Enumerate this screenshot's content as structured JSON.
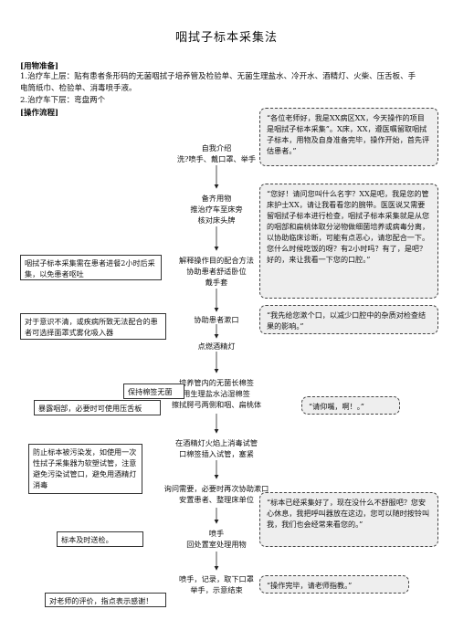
{
  "title": "咽拭子标本采集法",
  "materials": {
    "heading": "[用物准备]",
    "line1": "1.治疗车上层：贴有患者条形码的无菌咽拭子培养管及检验单、无菌生理盐水、冷开水、酒精灯、火柴、压舌板、手",
    "line2": "电筒纸巾、检验单、消毒喷手液。",
    "line3": "2.治疗车下层：弯盘两个"
  },
  "procedure": {
    "heading": "[操作流程]",
    "steps": {
      "s1a": "自我介绍",
      "s1b": "洗?喷手、戴口罩、举手",
      "s2a": "备齐用物",
      "s2b": "推治疗车至床旁",
      "s2c": "核对床头牌",
      "s3a": "解释操作目的配合方法",
      "s3b": "协助患者舒适卧位",
      "s3c": "戴手套",
      "s4": "协助患者漱口",
      "s5": "点燃酒精灯",
      "s6a": "培养管内的无菌长棉签",
      "s6b": "用生理盐水沾湿棉签",
      "s6c": "擦拭腭弓两侧和咽、扁桃体",
      "s7a": "在酒精灯火焰上消毒试管",
      "s7b": "口棉签插入试管，塞紧",
      "s8a": "询问需要，必要时再次协助漱口",
      "s8b": "安置患者、整理床单位",
      "s9a": "喷手",
      "s9b": "回处置室处理用物",
      "s10a": "喷手，记录，取下口罩",
      "s10b": "举手，示意结束"
    },
    "speech": {
      "b1": "“各位老师好，我是XX病区XX，今天操作的项目是咽拭子标本采集”。X床，XX，遵医嘱留取咽拭子标本，用物及自身准备完毕，操作开始，首先评估患者。”",
      "b2": "“您好！请问您叫什么名字？XX是吧，我是您的管床护士XX，请让我看看您的腕带。医医说又需要留咽拭子标本进行检查，咽拭子标本采集就是从您的咽部和扁桃体取分泌物做细菌培养或病毒分离，以协助临床诊断，可能有点恶心，请您配合一下。您什么时候吃饭的呀？有2小时吗？有了，是吧？好的，来让我看一下您的口腔。”",
      "b3": "“我先给您漱个口，以减少口腔中的杂质对检查结果的影响。”",
      "b4": "“请仰嘴，啊！。”",
      "b5": "“标本已经采集好了，现在没什么不舒服吧？您安心休息，我把呼叫器放在这边，您可以随时按铃叫我，我们也会经常来看您的。”",
      "b6": "“操作完毕，请老师指教。”"
    },
    "notes": {
      "n1": "咽拭子标本采集需在患者进餐2小时后采集，以免患者呕吐",
      "n2": "对于意识不清，或疾病所致无法配合的患者可选择面罩式雾化吸入器",
      "n3": "保持棉签无菌",
      "n4": "暴露咽部，必要时可使用压舌板",
      "n5": "防止标本被污染发，如使用一次性拭子采集器为软塑试管，注意避免污染试管口，避免用酒精灯消毒",
      "n6": "标本及时送检。",
      "n7": "对老师的评价，指点表示感谢！"
    }
  }
}
